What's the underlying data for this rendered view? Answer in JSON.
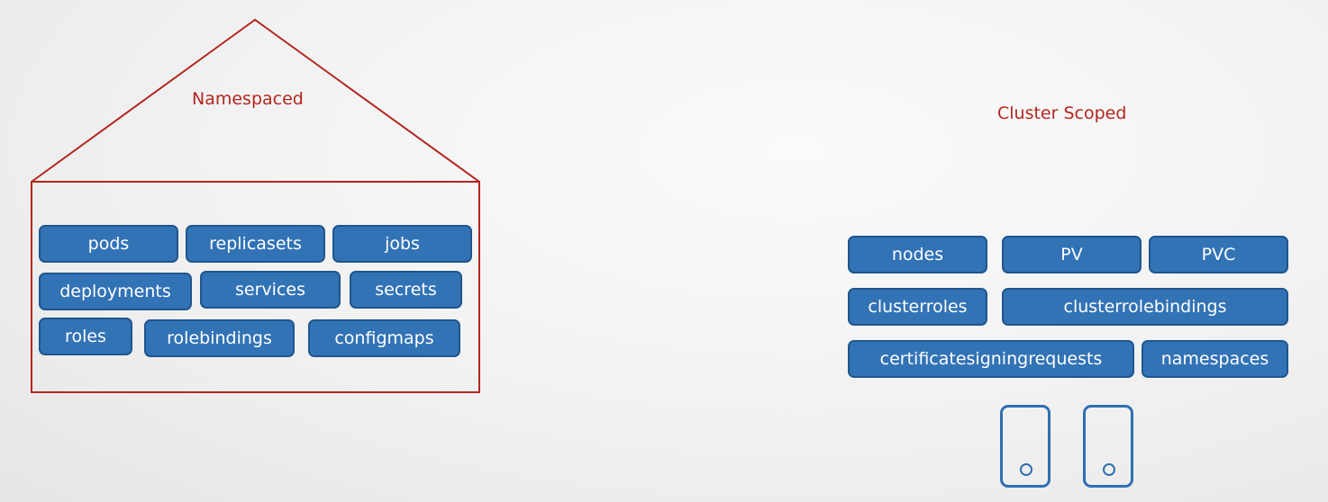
{
  "namespaced": {
    "title": "Namespaced",
    "items": [
      "pods",
      "replicasets",
      "jobs",
      "deployments",
      "services",
      "secrets",
      "roles",
      "rolebindings",
      "configmaps"
    ]
  },
  "cluster_scoped": {
    "title": "Cluster Scoped",
    "items": [
      "nodes",
      "PV",
      "PVC",
      "clusterroles",
      "clusterrolebindings",
      "certificatesigningrequests",
      "namespaces"
    ]
  },
  "colors": {
    "accent_red": "#b3261e",
    "pill_fill": "#3273b6",
    "pill_border": "#1f568d",
    "device_stroke": "#2f6fb0"
  },
  "icons": [
    "server-icon",
    "server-icon"
  ]
}
